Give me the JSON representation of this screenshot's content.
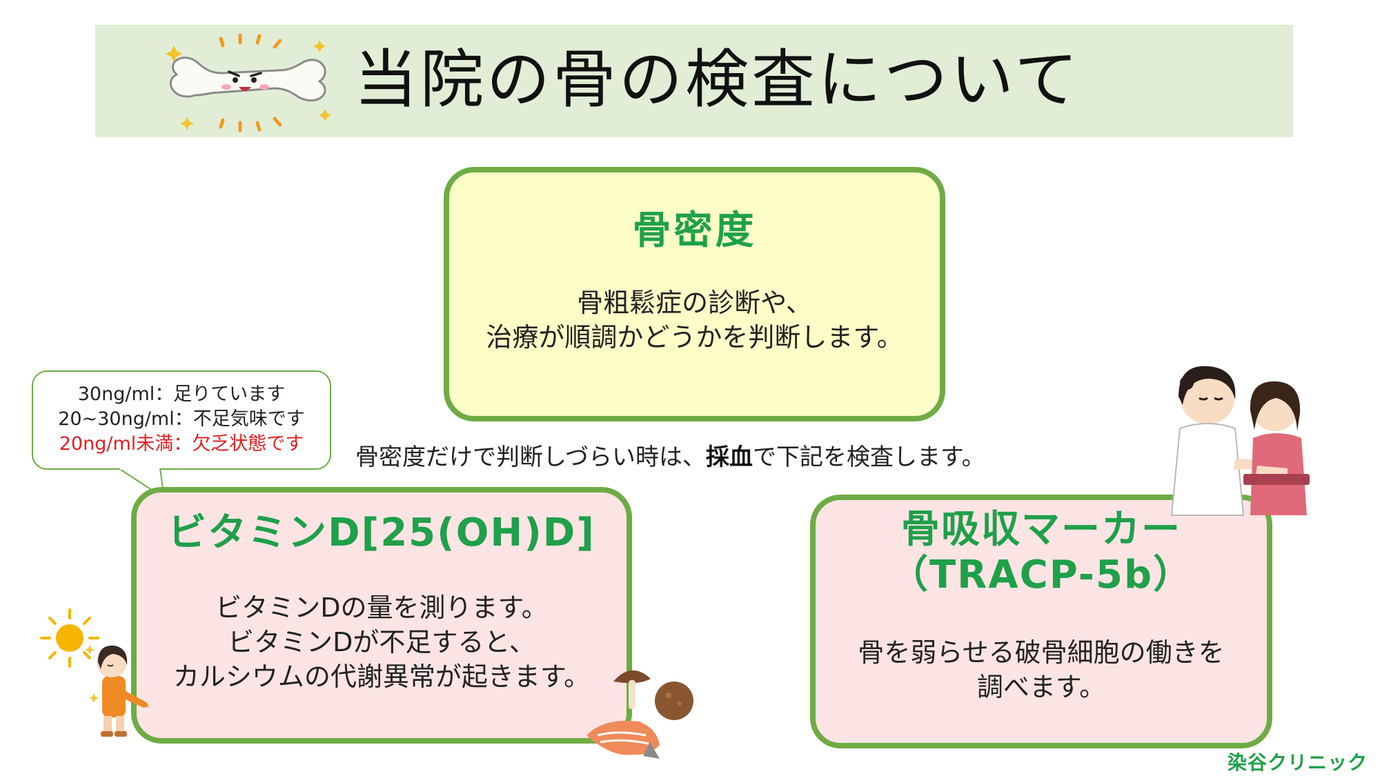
{
  "header": {
    "title": "当院の骨の検査について"
  },
  "cards": {
    "bone_density": {
      "title": "骨密度",
      "body_line1": "骨粗鬆症の診断や、",
      "body_line2": "治療が順調かどうかを判断します。"
    },
    "vitamin_d": {
      "title": "ビタミンD[25(OH)D]",
      "body_line1": "ビタミンDの量を測ります。",
      "body_line2": "ビタミンDが不足すると、",
      "body_line3": "カルシウムの代謝異常が起きます。"
    },
    "bone_resorption": {
      "title_line1": "骨吸収マーカー",
      "title_line2": "（TRACP-5b）",
      "body_line1": "骨を弱らせる破骨細胞の働きを",
      "body_line2": "調べます。"
    }
  },
  "middle_text": {
    "before": "骨密度だけで判断しづらい時は、",
    "bold": "採血",
    "after": "で下記を検査します。"
  },
  "callout": {
    "line1": "30ng/ml：足りています",
    "line2": "20~30ng/ml：不足気味です",
    "line3": "20ng/ml未満：欠乏状態です"
  },
  "footer": {
    "brand": "染谷クリニック"
  },
  "colors": {
    "header_bg": "#e2edd6",
    "card_border": "#6fab45",
    "title_green": "#1fa04a",
    "card_yellow": "#fdfdc8",
    "card_pink": "#fde4e4",
    "warning_red": "#e02020"
  },
  "icons": [
    "bone-mascot-icon",
    "sun-icon",
    "child-sunbathing-icon",
    "mushroom-icon",
    "salmon-icon",
    "nurse-blood-draw-icon"
  ]
}
